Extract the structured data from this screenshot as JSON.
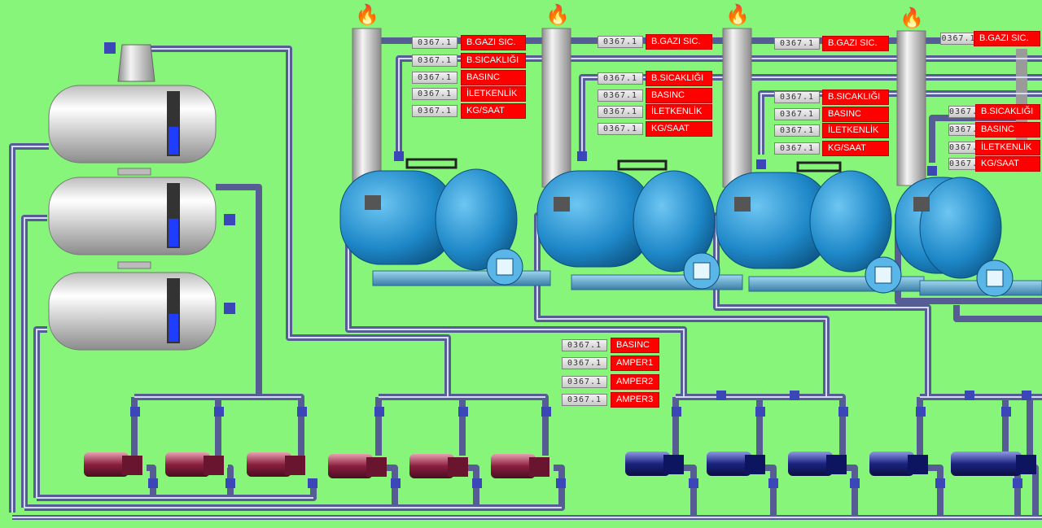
{
  "colors": {
    "background": "#86f57a",
    "label_bg": "#ff0000",
    "boiler": "#1e88c8",
    "tank": "#e6e6e6",
    "level": "#1f3cff",
    "pump_red": "#8b1e3f",
    "pump_blue": "#1a237e"
  },
  "boilers": [
    {
      "chimney_label": "B.GAZI SIC.",
      "chimney_value": "0367.1",
      "params": [
        {
          "label": "B.SICAKLIĞI",
          "value": "0367.1"
        },
        {
          "label": "BASINC",
          "value": "0367.1"
        },
        {
          "label": "İLETKENLİK",
          "value": "0367.1"
        },
        {
          "label": "KG/SAAT",
          "value": "0367.1"
        }
      ]
    },
    {
      "chimney_label": "B.GAZI SIC.",
      "chimney_value": "0367.1",
      "params": [
        {
          "label": "B.SICAKLIĞI",
          "value": "0367.1"
        },
        {
          "label": "BASINC",
          "value": "0367.1"
        },
        {
          "label": "İLETKENLİK",
          "value": "0367.1"
        },
        {
          "label": "KG/SAAT",
          "value": "0367.1"
        }
      ]
    },
    {
      "chimney_label": "B.GAZI SIC.",
      "chimney_value": "0367.1",
      "params": [
        {
          "label": "B.SICAKLIĞI",
          "value": "0367.1"
        },
        {
          "label": "BASINC",
          "value": "0367.1"
        },
        {
          "label": "İLETKENLİK",
          "value": "0367.1"
        },
        {
          "label": "KG/SAAT",
          "value": "0367.1"
        }
      ]
    },
    {
      "chimney_label": "B.GAZI SIC.",
      "chimney_value": "0367.1",
      "params": [
        {
          "label": "B.SICAKLIĞI",
          "value": "0367.1"
        },
        {
          "label": "BASINC",
          "value": "0367.1"
        },
        {
          "label": "İLETKENLİK",
          "value": "0367.1"
        },
        {
          "label": "KG/SAAT",
          "value": "0367.1"
        }
      ]
    }
  ],
  "pump_station": [
    {
      "label": "BASINC",
      "value": "0367.1"
    },
    {
      "label": "AMPER1",
      "value": "0367.1"
    },
    {
      "label": "AMPER2",
      "value": "0367.1"
    },
    {
      "label": "AMPER3",
      "value": "0367.1"
    }
  ],
  "tanks": [
    {
      "level_percent": 45
    },
    {
      "level_percent": 45
    },
    {
      "level_percent": 45
    }
  ],
  "icons": {
    "flame": "fire-icon",
    "valve": "valve-icon",
    "pump": "pump-icon",
    "tank": "tank-icon",
    "boiler": "boiler-icon"
  }
}
